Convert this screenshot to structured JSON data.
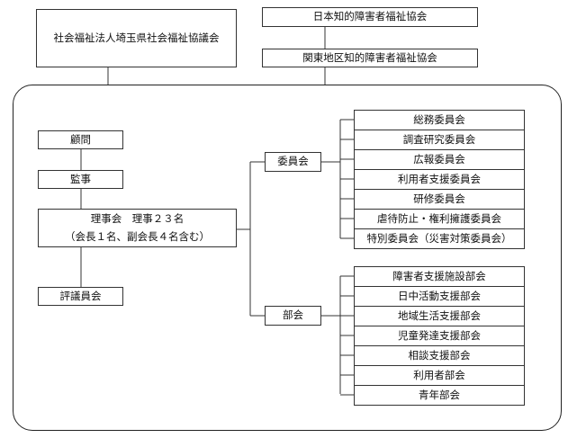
{
  "external": {
    "saitama_council": "社会福祉法人埼玉県社会福祉協議会",
    "japan_association": "日本知的障害者福祉協会",
    "kanto_association": "関東地区知的障害者福祉協会"
  },
  "left": {
    "advisor": "顧問",
    "auditor": "監事",
    "board_line1": "理事会　理事２３名",
    "board_line2": "（会長１名、副会長４名含む）",
    "councilors": "評議員会"
  },
  "committees": {
    "label": "委員会",
    "items": [
      "総務委員会",
      "調査研究委員会",
      "広報委員会",
      "利用者支援委員会",
      "研修委員会",
      "虐待防止・権利擁護委員会",
      "特別委員会（災害対策委員会）"
    ]
  },
  "divisions": {
    "label": "部会",
    "items": [
      "障害者支援施設部会",
      "日中活動支援部会",
      "地域生活支援部会",
      "児童発達支援部会",
      "相談支援部会",
      "利用者部会",
      "青年部会"
    ]
  }
}
